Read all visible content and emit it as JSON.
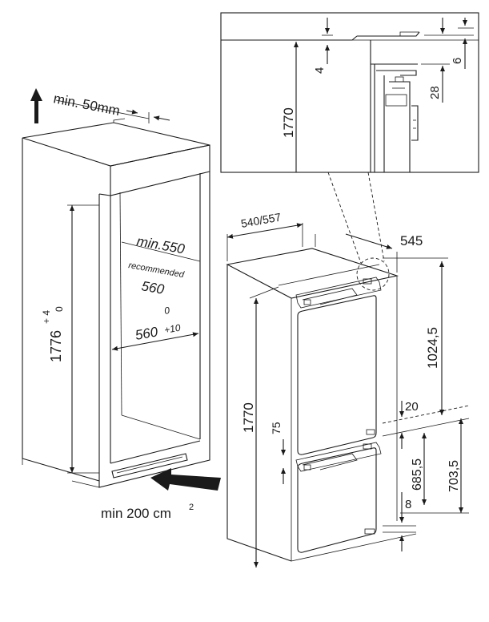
{
  "labels": {
    "clearance_top": "min. 50mm",
    "niche_height_main": "1776",
    "niche_height_tol_plus": "+ 4",
    "niche_height_tol_minus": "0",
    "niche_depth_min": "min.550",
    "niche_depth_recommended_label": "recommended",
    "niche_depth_recommended": "560",
    "niche_width_tol_minus": "0",
    "niche_width_main": "560",
    "niche_width_tol_plus": "+10",
    "vent_area_main": "min 200 cm",
    "vent_area_sup": "2",
    "appliance_width": "540/557",
    "appliance_depth": "545",
    "appliance_height": "1770",
    "upper_door_height": "1024,5",
    "door_gap": "20",
    "hinge_offset": "75",
    "lower_door_height": "685,5",
    "lower_section_height": "703,5",
    "bottom_gap": "8",
    "detail_height": "1770",
    "detail_gap_4": "4",
    "detail_gap_6": "6",
    "detail_gap_28": "28"
  },
  "colors": {
    "line": "#1a1a1a",
    "light_line": "#9a9a9a",
    "background": "#ffffff"
  }
}
